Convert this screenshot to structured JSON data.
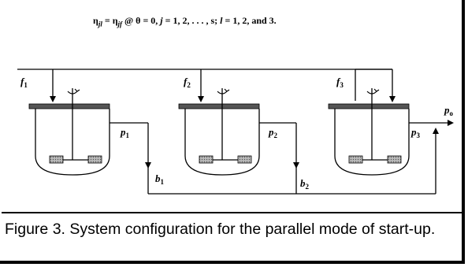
{
  "equation": {
    "eta": "η",
    "sub_jl": "jl",
    "eq": " = ",
    "sub_jf": "jf",
    "at": " @ θ = 0,  ",
    "j_var": "j",
    "j_range": " = 1, 2, . . . , s;  ",
    "l_var": "l",
    "l_range": " = 1, 2, and 3."
  },
  "diagram": {
    "feeds": [
      {
        "letter": "f",
        "sub": "1"
      },
      {
        "letter": "f",
        "sub": "2"
      },
      {
        "letter": "f",
        "sub": "3"
      }
    ],
    "products": [
      {
        "letter": "p",
        "sub": "1"
      },
      {
        "letter": "p",
        "sub": "2"
      },
      {
        "letter": "p",
        "sub": "3"
      }
    ],
    "bypasses": [
      {
        "letter": "b",
        "sub": "1"
      },
      {
        "letter": "b",
        "sub": "2"
      }
    ],
    "outlet": {
      "letter": "p",
      "sub": "o"
    }
  },
  "caption": "Figure 3. System configuration for the parallel mode of start-up."
}
